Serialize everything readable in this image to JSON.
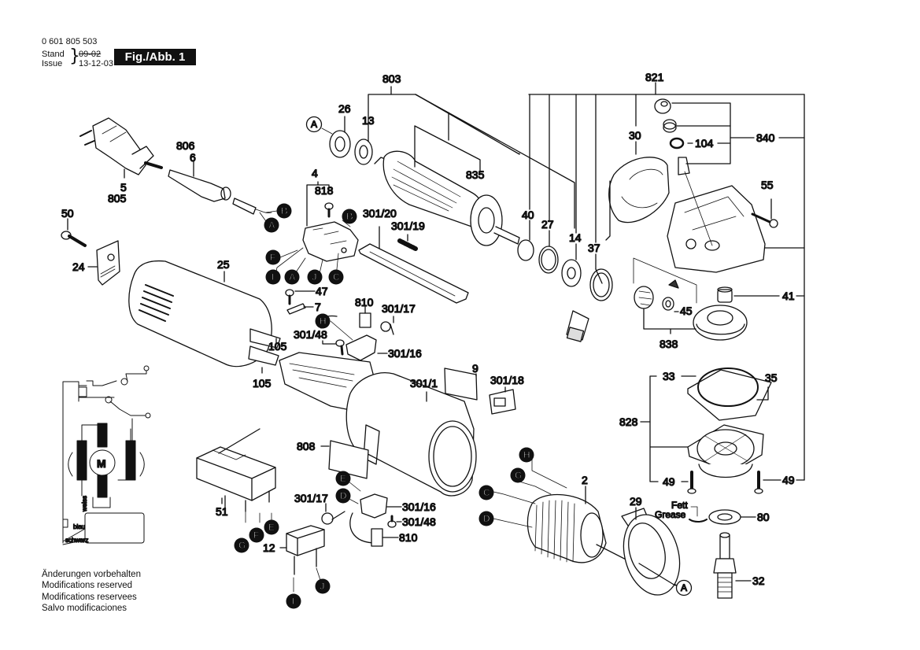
{
  "header": {
    "part_number": "0 601 805 503",
    "stand_label": "Stand",
    "issue_label": "Issue",
    "stand_date_struck": "09-02",
    "issue_date": "13-12-03",
    "figure_label": "Fig./Abb. 1"
  },
  "footer": {
    "lines": [
      "Änderungen vorbehalten",
      "Modifications reserved",
      "Modifications reservees",
      "Salvo modificaciones"
    ]
  },
  "colors": {
    "ink": "#111111",
    "paper": "#ffffff",
    "badge": "#111111"
  },
  "parts": {
    "p803": "803",
    "p821": "821",
    "p840": "840",
    "p104": "104",
    "p26": "26",
    "p13": "13",
    "p835": "835",
    "p30": "30",
    "p55": "55",
    "p806": "806",
    "p6": "6",
    "p5": "5",
    "p805": "805",
    "p4": "4",
    "p818": "818",
    "p301_20": "301/20",
    "p301_19": "301/19",
    "p50": "50",
    "p24": "24",
    "p25": "25",
    "p40": "40",
    "p27": "27",
    "p14": "14",
    "p37": "37",
    "p41": "41",
    "p45": "45",
    "p838": "838",
    "p47": "47",
    "p7": "7",
    "p810a": "810",
    "p301_17a": "301/17",
    "p301_48a": "301/48",
    "p301_16a": "301/16",
    "p105a": "105",
    "p105b": "105",
    "p9": "9",
    "p301_1": "301/1",
    "p301_18": "301/18",
    "p33": "33",
    "p35": "35",
    "p828": "828",
    "p808": "808",
    "p2": "2",
    "p49a": "49",
    "p49b": "49",
    "p51": "51",
    "p301_17b": "301/17",
    "p301_16b": "301/16",
    "p301_48b": "301/48",
    "p810b": "810",
    "p12": "12",
    "p29": "29",
    "p80": "80",
    "p32": "32",
    "fett": "Fett",
    "grease": "Grease"
  },
  "connectors": {
    "A": "A",
    "B": "B",
    "C": "C",
    "D": "D",
    "E": "E",
    "F": "F",
    "G": "G",
    "H": "H",
    "I": "I",
    "J": "J"
  },
  "wiring": {
    "motor_symbol": "M",
    "wire_weiss": "weiss",
    "wire_blau": "blau",
    "wire_schwarz": "schwarz"
  }
}
